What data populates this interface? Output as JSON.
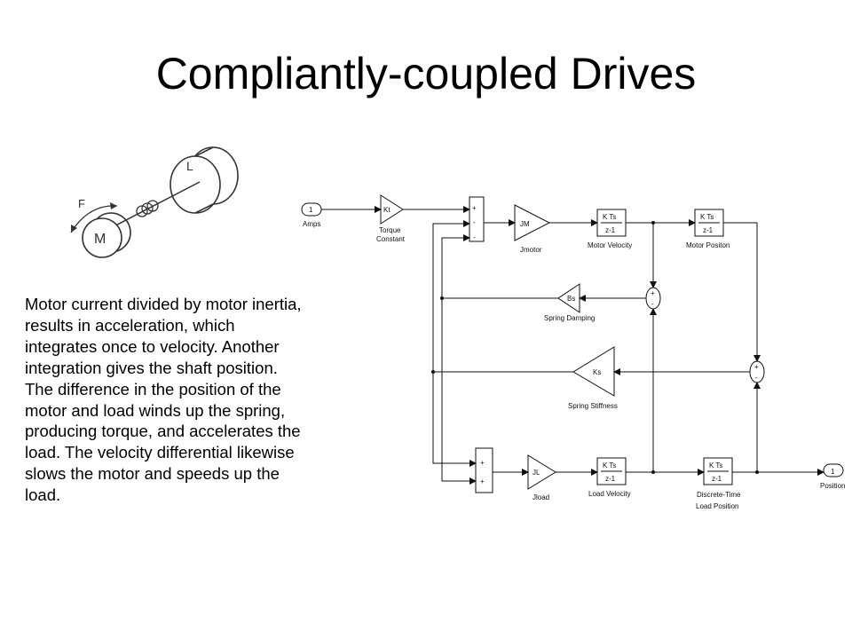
{
  "title": "Compliantly-coupled Drives",
  "sketch": {
    "load_label": "L",
    "force_label": "F",
    "motor_label": "M"
  },
  "body_text": "Motor current divided by motor inertia, results in acceleration, which integrates once to velocity. Another integration gives the shaft position. The difference in the position of the motor and load winds up the spring, producing torque, and accelerates the load. The velocity differential likewise slows the motor and speeds up the load.",
  "diagram": {
    "inport_number": "1",
    "inport_label": "Amps",
    "kt_gain": "Kt",
    "kt_label_line1": "Torque",
    "kt_label_line2": "Constant",
    "jm_gain": "JM",
    "jm_label": "Jmotor",
    "integrator_num": "K Ts",
    "integrator_den": "z-1",
    "motor_velocity_label": "Motor Velocity",
    "motor_position_label": "Motor Positon",
    "bs_gain": "Bs",
    "bs_label": "Spring Damping",
    "ks_gain": "Ks",
    "ks_label": "Spring Stiffness",
    "jl_gain": "JL",
    "jl_label": "Jload",
    "load_velocity_label": "Load Velocity",
    "load_position_line1": "Discrete-Time",
    "load_position_line2": "Load Position",
    "outport_number": "1",
    "outport_label": "Position",
    "plus": "+",
    "minus": "-"
  }
}
